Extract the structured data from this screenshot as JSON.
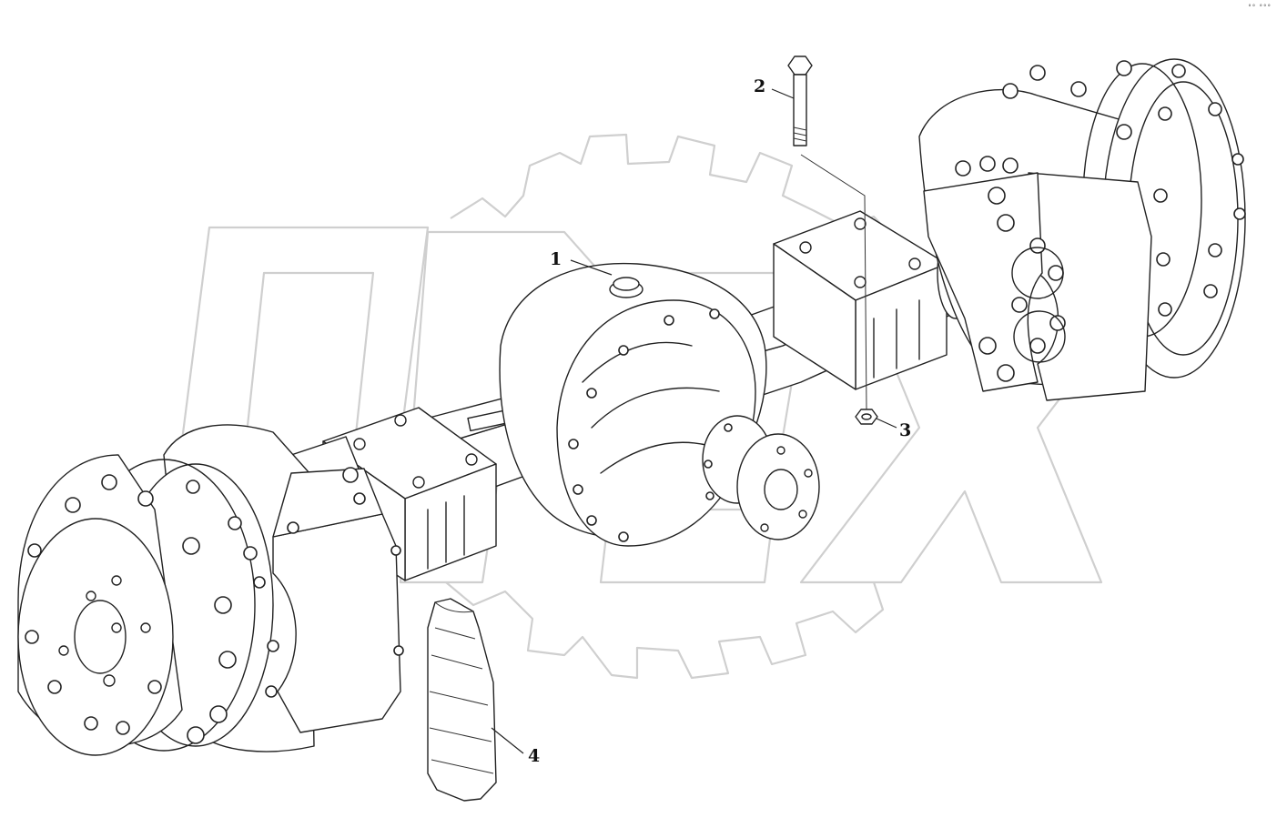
{
  "diagram": {
    "callouts": [
      {
        "id": "1",
        "label": "1"
      },
      {
        "id": "2",
        "label": "2"
      },
      {
        "id": "3",
        "label": "3"
      },
      {
        "id": "4",
        "label": "4"
      }
    ],
    "watermark_text": "OPEX",
    "corner_mark": "°° °°°",
    "colors": {
      "line": "#222222",
      "watermark": "#cfcfcf",
      "background": "#ffffff"
    }
  }
}
